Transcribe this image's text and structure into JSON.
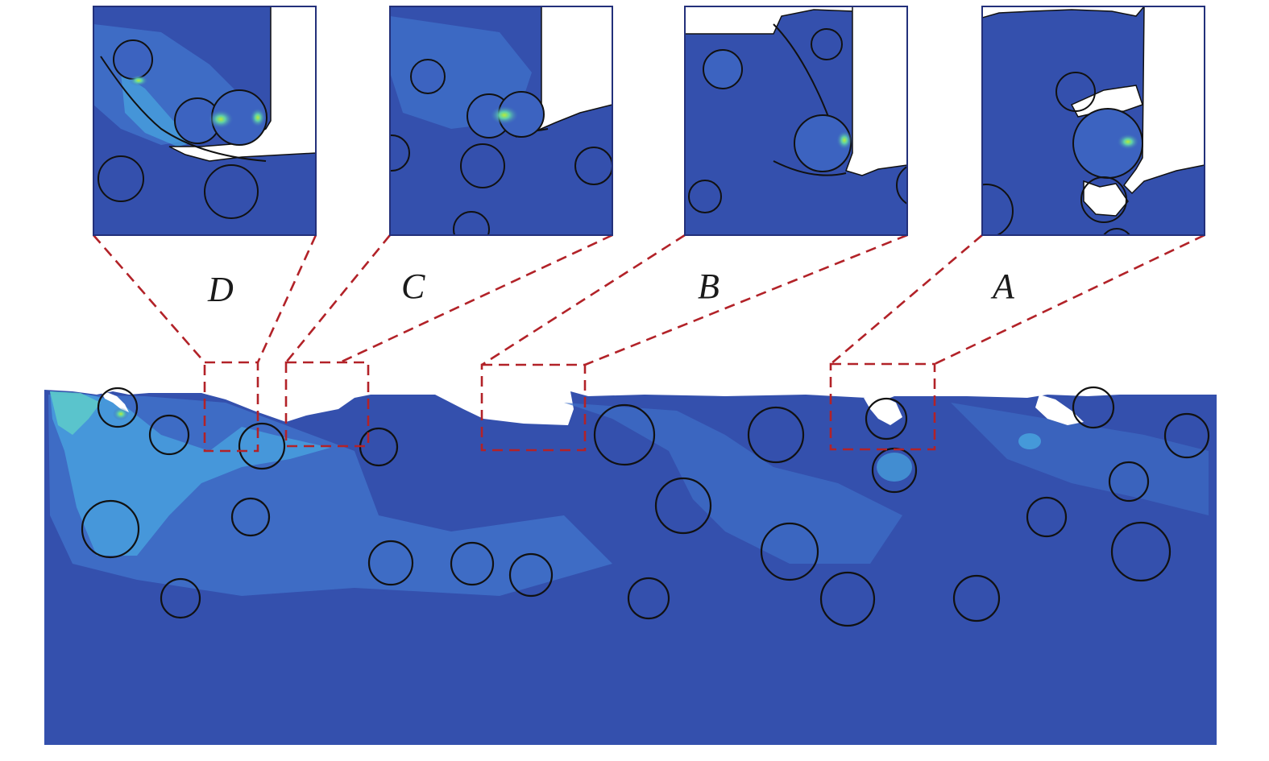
{
  "labels": {
    "d": "D",
    "c": "C",
    "b": "B",
    "a": "A"
  },
  "colors": {
    "matrix": "#3450ad",
    "matrix_light": "#3c63c0",
    "stress_mid": "#49a6e0",
    "stress_high": "#5fd0c8",
    "stress_peak": "#7fdc4a",
    "particle_outline": "#111111",
    "zoom_frame": "#23307a",
    "callout_dash": "#b22228",
    "background": "#ffffff"
  }
}
